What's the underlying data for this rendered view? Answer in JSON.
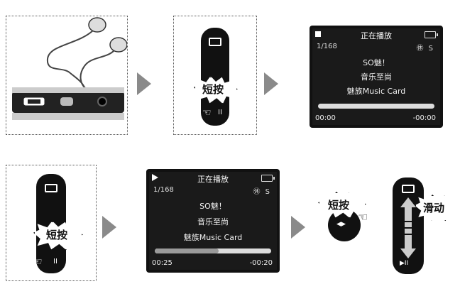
{
  "screen_top": {
    "status": "正在播放",
    "track": "1/168",
    "badges": "㊡ S",
    "line1": "SO魅！",
    "line2": "音乐至尚",
    "line3": "魅族Music Card",
    "elapsed": "00:00",
    "remaining": "-00:00",
    "progress": 0.0
  },
  "screen_bottom": {
    "status": "正在播放",
    "track": "1/168",
    "badges": "㊡ S",
    "line1": "SO魅！",
    "line2": "音乐至尚",
    "line3": "魅族Music Card",
    "elapsed": "00:25",
    "remaining": "-00:20",
    "progress": 0.55
  },
  "labels": {
    "short_press_1": "短按",
    "short_press_2": "短按",
    "short_press_3": "短按",
    "slide": "滑动"
  },
  "icons": {
    "play_pause": "▶II",
    "pause_small": "II",
    "nav": "◂▸"
  }
}
